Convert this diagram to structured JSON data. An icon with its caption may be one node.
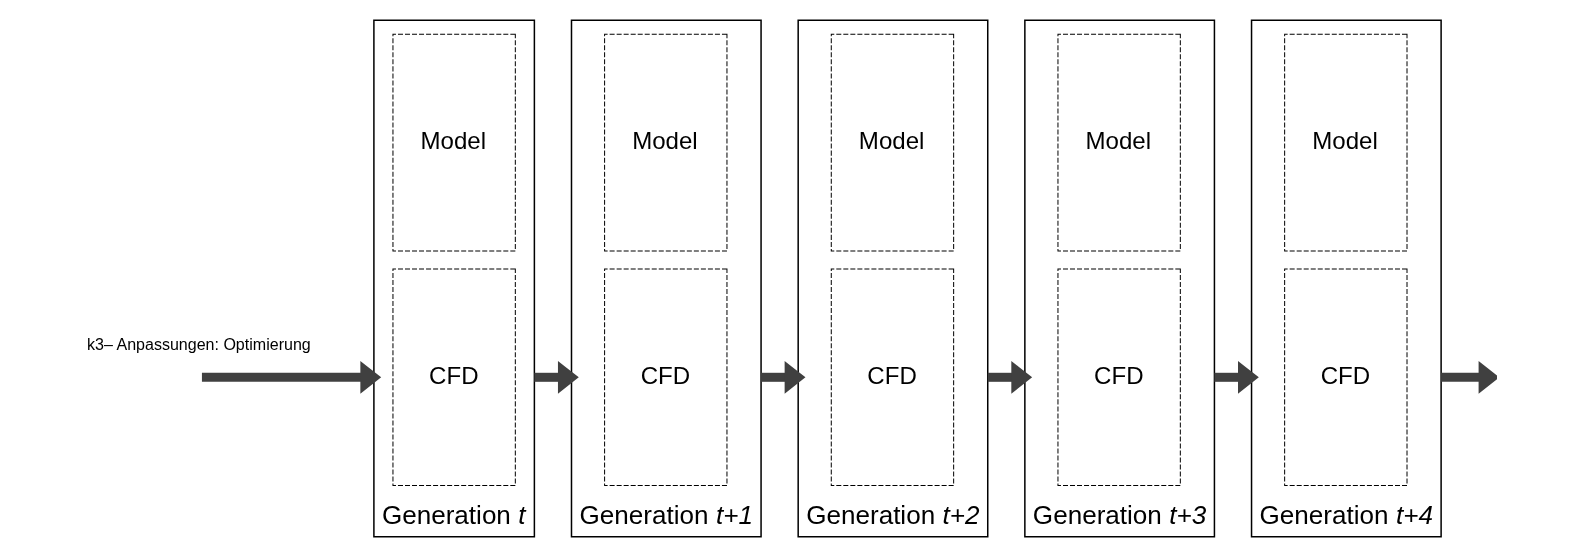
{
  "diagram": {
    "nodes": [
      {
        "text": [
          "Generation *t*"
        ]
      },
      {
        "text": [
          "CFD"
        ],
        "in": 0
      },
      {
        "text": [
          "Model"
        ],
        "in": 0
      },
      {
        "text": [
          "Generation *t+1*"
        ]
      },
      {
        "text": [
          "CFD"
        ],
        "in": 3
      },
      {
        "text": [
          "Model"
        ],
        "in": 3
      },
      {
        "text": [
          "Generation *t+2*"
        ]
      },
      {
        "text": [
          "CFD"
        ],
        "in": 6
      },
      {
        "text": [
          "Model"
        ],
        "in": 6
      },
      {
        "text": [
          "Generation *t+3*"
        ]
      },
      {
        "text": [
          "CFD"
        ],
        "in": 9
      },
      {
        "text": [
          "Model"
        ],
        "in": 9
      },
      {
        "text": [
          "Generation *t+4*"
        ]
      },
      {
        "text": [
          "CFD"
        ],
        "in": 12
      },
      {
        "text": [
          "Model"
        ],
        "in": 12
      }
    ],
    "edges": [
      {
        "from": null,
        "to": 0,
        "arrow": "to"
      },
      {
        "from": 0,
        "to": 3,
        "arrow": "to"
      },
      {
        "from": 3,
        "to": 6,
        "arrow": "to"
      },
      {
        "from": 6,
        "to": 9,
        "arrow": "to"
      },
      {
        "from": 9,
        "to": 12,
        "arrow": "to"
      },
      {
        "from": 12,
        "to": null,
        "arrow": "to"
      }
    ],
    "labels": [
      "k3– Anpassungen: Optimierung"
    ]
  }
}
